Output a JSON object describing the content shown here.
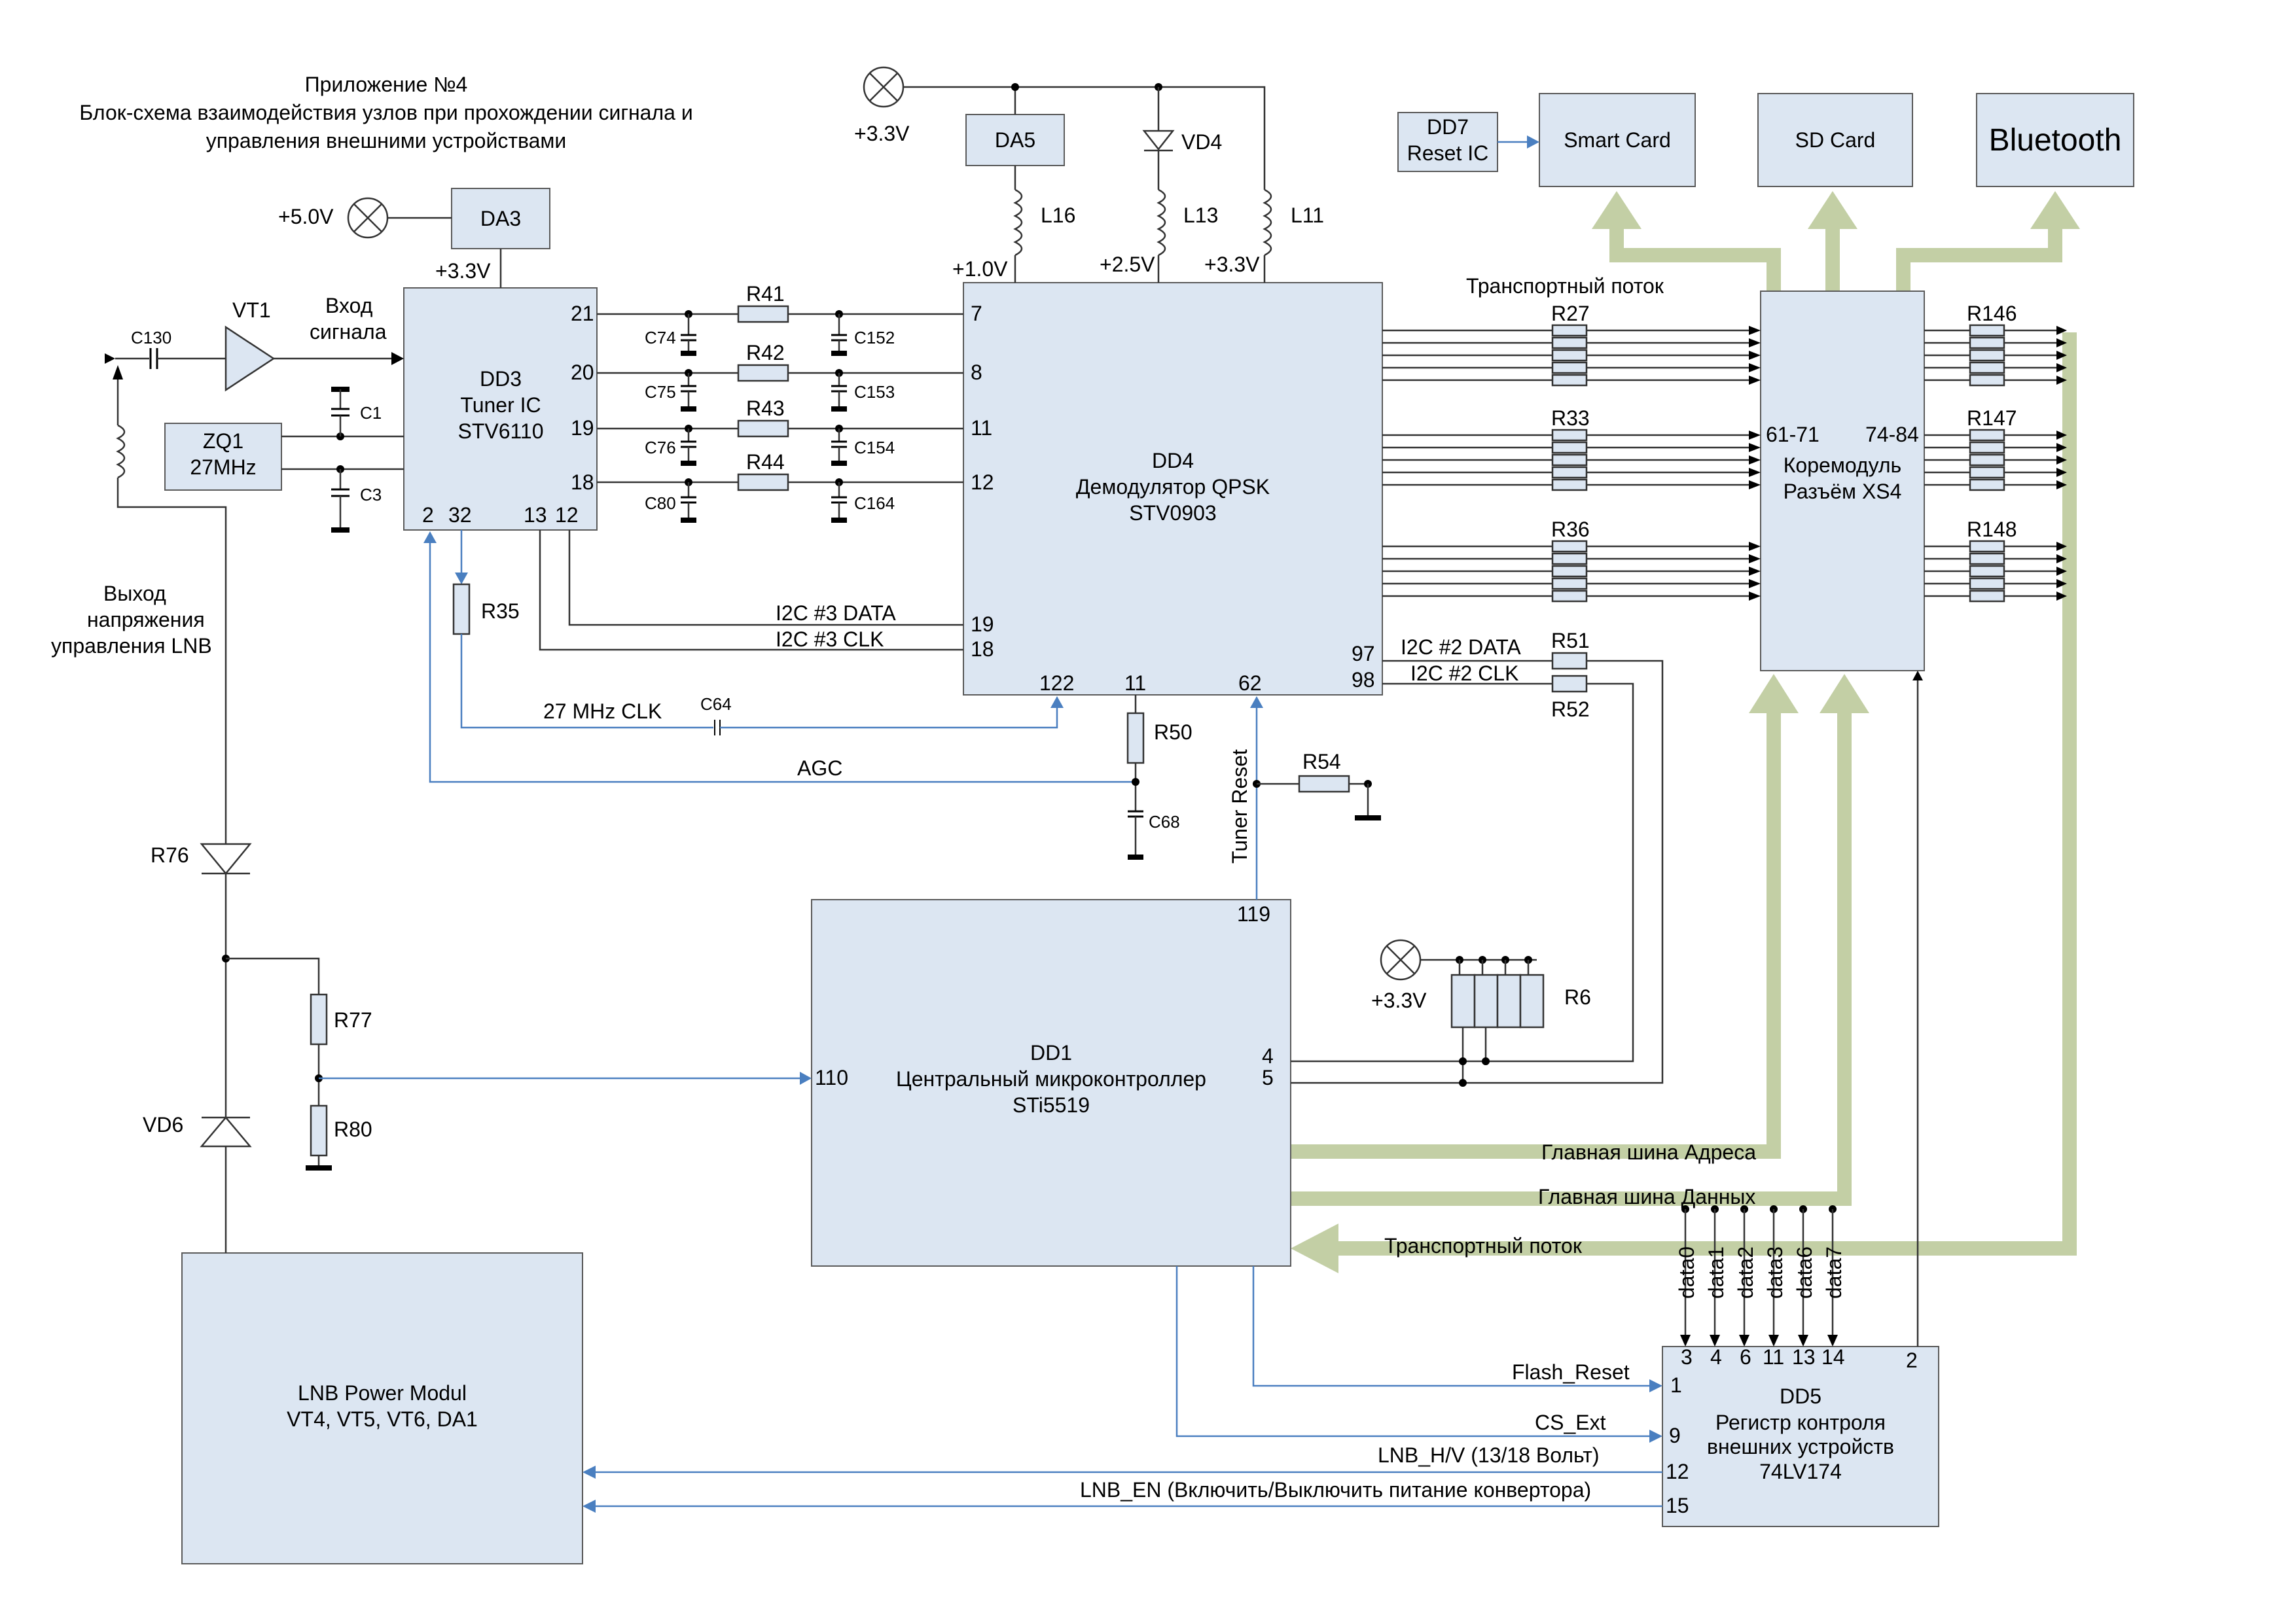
{
  "header": {
    "line1": "Приложение №4",
    "line2": "Блок-схема взаимодействия узлов при прохождении сигнала и",
    "line3": "управления внешними устройствами"
  },
  "power": {
    "p50": "+5.0V",
    "p33_top": "+3.3V",
    "p33_r6": "+3.3V",
    "dd3_supply": "+3.3V",
    "v10": "+1.0V",
    "v25": "+2.5V",
    "v33": "+3.3V"
  },
  "blocks": {
    "da3": "DA3",
    "da5": "DA5",
    "dd7_l1": "DD7",
    "dd7_l2": "Reset IC",
    "smart_card": "Smart Card",
    "sd_card": "SD Card",
    "bluetooth": "Bluetooth",
    "zq1_l1": "ZQ1",
    "zq1_l2": "27MHz",
    "dd3_l1": "DD3",
    "dd3_l2": "Tuner IC",
    "dd3_l3": "STV6110",
    "dd4_l1": "DD4",
    "dd4_l2": "Демодулятор QPSK",
    "dd4_l3": "STV0903",
    "core_l1": "Коремодуль",
    "core_l2": "Разъём XS4",
    "dd1_l1": "DD1",
    "dd1_l2": "Центральный микроконтроллер",
    "dd1_l3": "STi5519",
    "dd5_l1": "DD5",
    "dd5_l2": "Регистр контроля",
    "dd5_l3": "внешних устройств",
    "dd5_l4": "74LV174",
    "lnb_l1": "LNB Power Modul",
    "lnb_l2": "VT4, VT5, VT6, DA1"
  },
  "components": {
    "vt1": "VT1",
    "c130": "C130",
    "vd4": "VD4",
    "l16": "L16",
    "l13": "L13",
    "l11": "L11",
    "r41": "R41",
    "r42": "R42",
    "r43": "R43",
    "r44": "R44",
    "c74": "C74",
    "c75": "C75",
    "c76": "C76",
    "c80": "C80",
    "c152": "C152",
    "c153": "C153",
    "c154": "C154",
    "c164": "C164",
    "c1": "C1",
    "c3": "C3",
    "r35": "R35",
    "c64": "C64",
    "r50": "R50",
    "c68": "C68",
    "r54": "R54",
    "r27": "R27",
    "r33": "R33",
    "r36": "R36",
    "r146": "R146",
    "r147": "R147",
    "r148": "R148",
    "r51": "R51",
    "r52": "R52",
    "r6": "R6",
    "r76": "R76",
    "r77": "R77",
    "r80": "R80",
    "vd6": "VD6"
  },
  "pins": {
    "dd3_21": "21",
    "dd3_20": "20",
    "dd3_19": "19",
    "dd3_18": "18",
    "dd3_2": "2",
    "dd3_32": "32",
    "dd3_13": "13",
    "dd3_12": "12",
    "dd4_7": "7",
    "dd4_8": "8",
    "dd4_11": "11",
    "dd4_12": "12",
    "dd4_19": "19",
    "dd4_18": "18",
    "dd4_97": "97",
    "dd4_98": "98",
    "dd4_122": "122",
    "dd4_11b": "11",
    "dd4_62": "62",
    "core_61": "61-71",
    "core_74": "74-84",
    "dd1_119": "119",
    "dd1_110": "110",
    "dd1_4": "4",
    "dd1_5": "5",
    "dd5_3": "3",
    "dd5_4": "4",
    "dd5_6": "6",
    "dd5_11": "11",
    "dd5_13": "13",
    "dd5_14": "14",
    "dd5_2": "2",
    "dd5_1": "1",
    "dd5_9": "9",
    "dd5_12": "12",
    "dd5_15": "15"
  },
  "signals": {
    "input_l1": "Вход",
    "input_l2": "сигнала",
    "lnb_out_l1": "Выход",
    "lnb_out_l2": "напряжения",
    "lnb_out_l3": "управления LNB",
    "i2c3_data": "I2C #3  DATA",
    "i2c3_clk": "I2C #3  CLK",
    "clk27": "27 MHz CLK",
    "agc": "AGC",
    "tuner_reset": "Tuner Reset",
    "i2c2_data": "I2C #2  DATA",
    "i2c2_clk": "I2C #2  CLK",
    "ts_top": "Транспортный поток",
    "addr_bus": "Главная шина Адреса",
    "data_bus": "Главная шина Данных",
    "ts_bottom": "Транспортный поток",
    "flash_reset": "Flash_Reset",
    "cs_ext": "CS_Ext",
    "lnb_hv": "LNB_H/V (13/18 Вольт)",
    "lnb_en": "LNB_EN (Включить/Выключить питание конвертора)",
    "data0": "data0",
    "data1": "data1",
    "data2": "data2",
    "data3": "data3",
    "data6": "data6",
    "data7": "data7"
  },
  "colors": {
    "block_fill": "#dce6f2",
    "bus": "#c3cfa5",
    "control_line": "#4a7fc0"
  }
}
